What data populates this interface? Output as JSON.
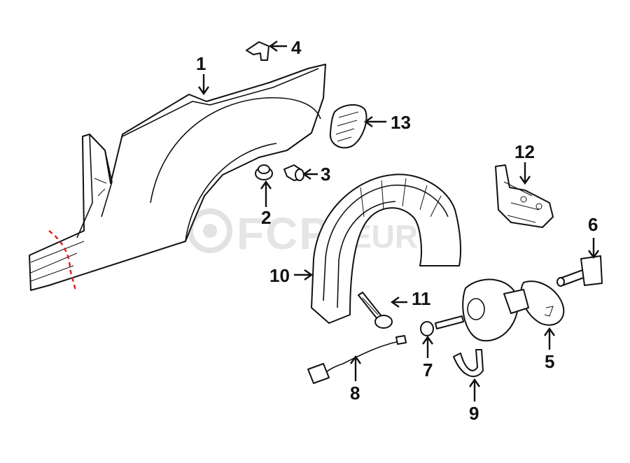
{
  "watermark": {
    "brand_left": "FCP",
    "brand_right": "EURO"
  },
  "callouts": [
    {
      "id": "1",
      "label": "1"
    },
    {
      "id": "2",
      "label": "2"
    },
    {
      "id": "3",
      "label": "3"
    },
    {
      "id": "4",
      "label": "4"
    },
    {
      "id": "5",
      "label": "5"
    },
    {
      "id": "6",
      "label": "6"
    },
    {
      "id": "7",
      "label": "7"
    },
    {
      "id": "8",
      "label": "8"
    },
    {
      "id": "9",
      "label": "9"
    },
    {
      "id": "10",
      "label": "10"
    },
    {
      "id": "11",
      "label": "11"
    },
    {
      "id": "12",
      "label": "12"
    },
    {
      "id": "13",
      "label": "13"
    }
  ],
  "colors": {
    "cut_line": "#e02020",
    "outline": "#111111",
    "watermark": "#cfcfcf"
  }
}
